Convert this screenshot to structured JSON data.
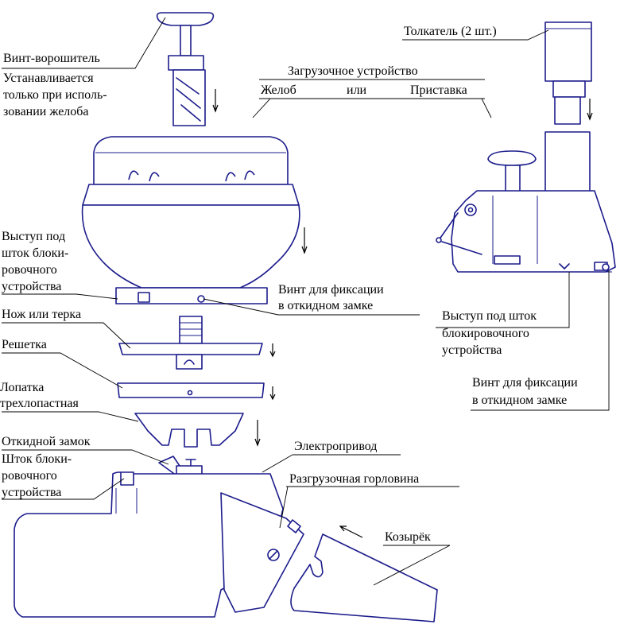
{
  "labels": {
    "stirrer_screw": "Винт-ворошитель",
    "stirrer_note_1": "Устанавливается",
    "stirrer_note_2": "только при исполь-",
    "stirrer_note_3": "зовании желоба",
    "loading_device": "Загрузочное устройство",
    "chute": "Желоб",
    "or": "или",
    "attachment": "Приставка",
    "pusher": "Толкатель (2 шт.)",
    "lock_stud_left_1": "Выступ под",
    "lock_stud_left_2": "шток блоки-",
    "lock_stud_left_3": "ровочного",
    "lock_stud_left_4": "устройства",
    "fix_screw_left_1": "Винт для фиксации",
    "fix_screw_left_2": "в откидном замке",
    "knife": "Нож или терка",
    "grid": "Решетка",
    "blade_1": "Лопатка",
    "blade_2": "трехлопастная",
    "latch": "Откидной замок",
    "rod_1": "Шток блоки-",
    "rod_2": "ровочного",
    "rod_3": "устройства",
    "motor": "Электропривод",
    "outlet": "Разгрузочная горловина",
    "visor": "Козырёк",
    "lock_stud_right_1": "Выступ под шток",
    "lock_stud_right_2": "блокировочного",
    "lock_stud_right_3": "устройства",
    "fix_screw_right_1": "Винт для фиксации",
    "fix_screw_right_2": "в откидном замке"
  },
  "colors": {
    "line": "#1c1c8c",
    "leader": "#000000",
    "background": "#ffffff"
  }
}
